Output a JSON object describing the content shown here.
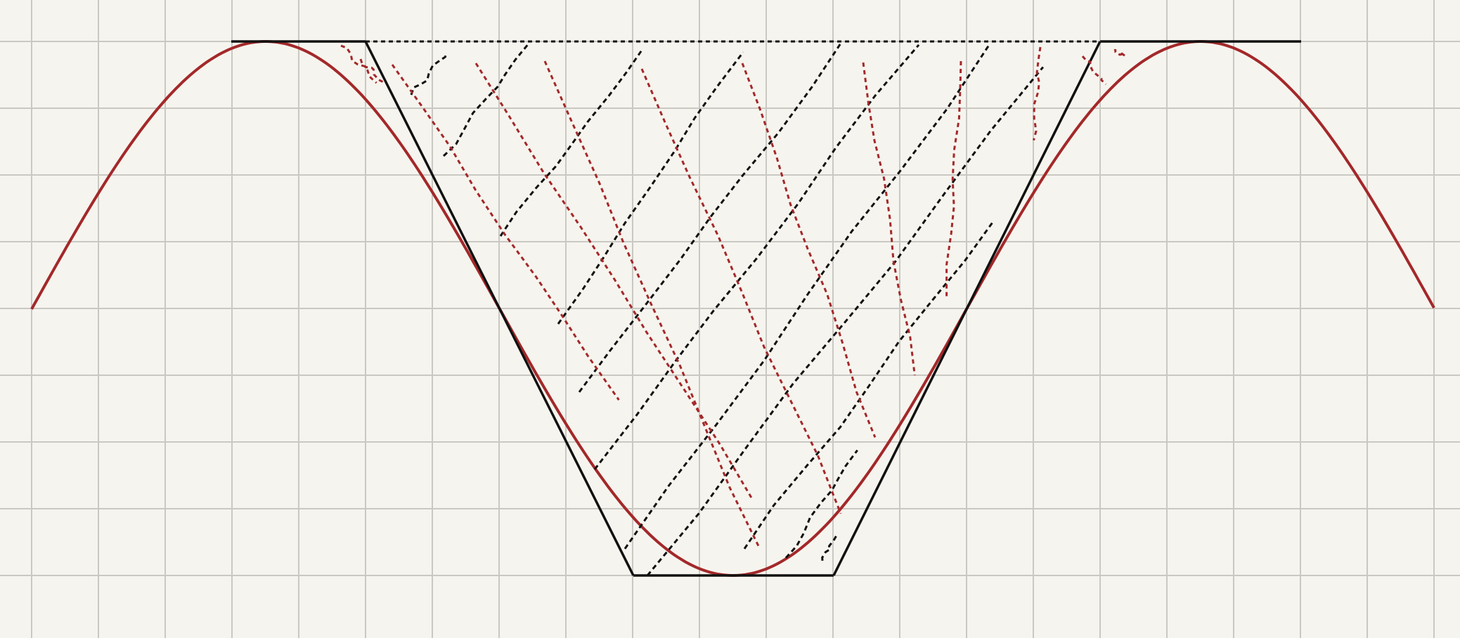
{
  "figure": {
    "colors": {
      "paper": "#f6f4ee",
      "grid": "#c9c8c3",
      "ink": "#111111",
      "accent": "#a3282a"
    },
    "description_elements": [
      "grid-paper",
      "sine-curve",
      "trapezoid-outline",
      "top-dashed-line",
      "hatch-black",
      "hatch-red"
    ]
  }
}
